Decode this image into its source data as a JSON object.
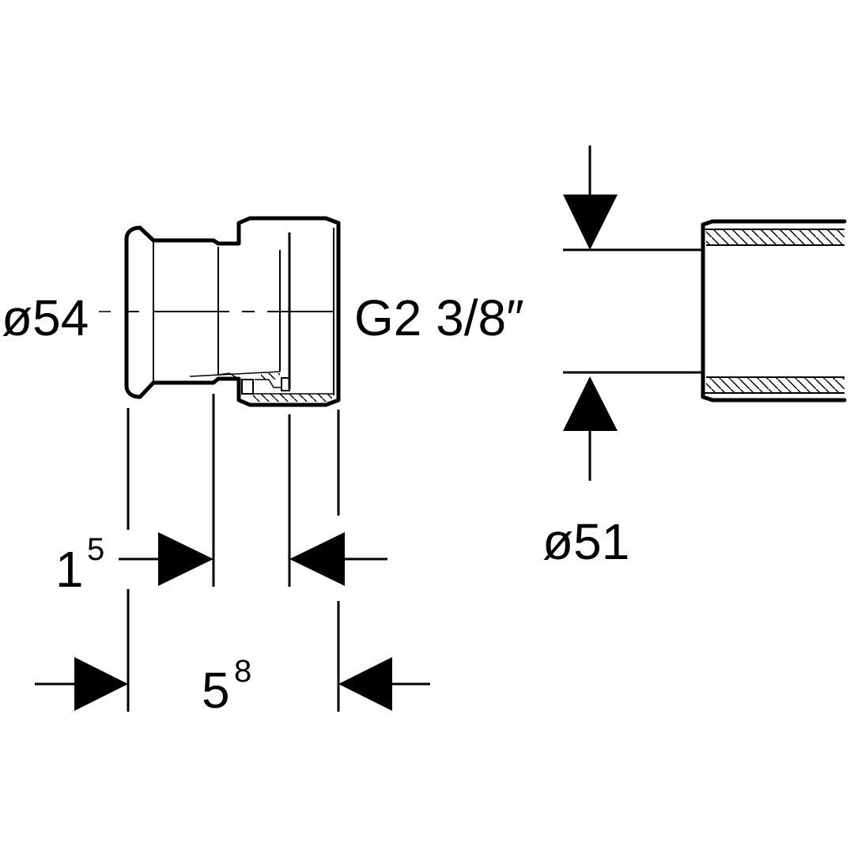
{
  "labels": {
    "outer_diameter": "ø54",
    "thread": "G2 3/8″",
    "inner_diameter": "ø51",
    "dim_short_main": "1",
    "dim_short_sup": "5",
    "dim_total_main": "5",
    "dim_total_sup": "8"
  },
  "colors": {
    "line": "#000000",
    "background": "#ffffff"
  }
}
